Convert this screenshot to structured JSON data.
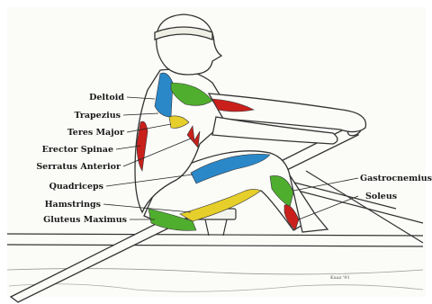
{
  "labels": {
    "deltoid": "Deltoid",
    "trapezius": "Trapezius",
    "teres_major": "Teres Major",
    "erector_spinae": "Erector Spinae",
    "serratus_anterior": "Serratus Anterior",
    "quadriceps": "Quadriceps",
    "hamstrings": "Hamstrings",
    "gluteus_maximus": "Gluteus Maximus",
    "gastrocnemius": "Gastrocnemius",
    "soleus": "Soleus"
  },
  "signature": "Kaaz '91",
  "colors": {
    "green": "#4fae2e",
    "blue": "#2a88c9",
    "yellow": "#e6cf2a",
    "red": "#c9201c",
    "outline": "#333333",
    "background": "#fbfbf8"
  }
}
